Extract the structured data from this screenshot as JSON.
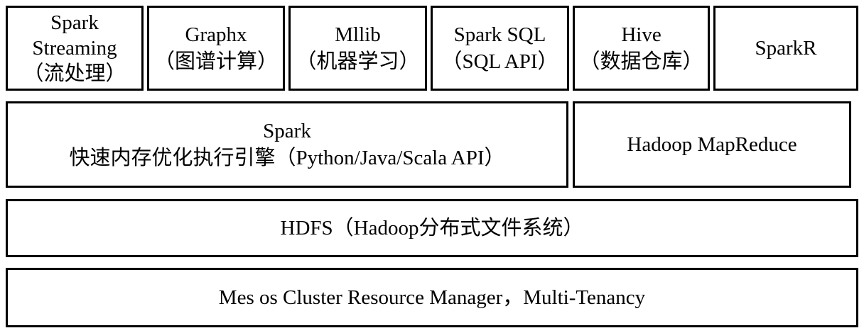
{
  "layers": {
    "components": [
      {
        "id": "streaming",
        "lines": [
          "Spark",
          "Streaming",
          "（流处理）"
        ]
      },
      {
        "id": "graphx",
        "lines": [
          "Graphx",
          "（图谱计算）"
        ]
      },
      {
        "id": "mllib",
        "lines": [
          "Mllib",
          "（机器学习）"
        ]
      },
      {
        "id": "sql",
        "lines": [
          "Spark SQL",
          "（SQL API）"
        ]
      },
      {
        "id": "hive",
        "lines": [
          "Hive",
          "（数据仓库）"
        ]
      },
      {
        "id": "sparkr",
        "lines": [
          "SparkR"
        ]
      }
    ],
    "engines": {
      "spark": {
        "lines": [
          "Spark",
          "快速内存优化执行引擎（Python/Java/Scala API）"
        ]
      },
      "mapreduce": {
        "label": "Hadoop MapReduce"
      }
    },
    "storage": {
      "label": "HDFS（Hadoop分布式文件系统）"
    },
    "resource_manager": {
      "label": "Mes os Cluster Resource Manager，Multi-Tenancy"
    }
  }
}
